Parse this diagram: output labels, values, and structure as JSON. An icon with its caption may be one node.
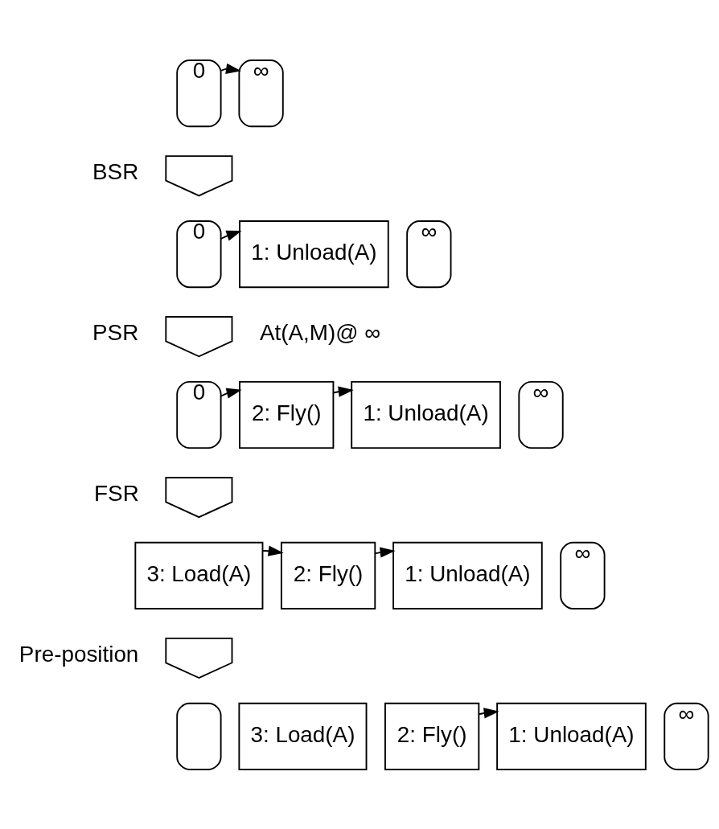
{
  "diagram": {
    "nodes": [
      {
        "text": [
          "0"
        ]
      },
      {
        "text": [
          "∞"
        ]
      },
      {
        "text": [],
        "shape": "arrow",
        "beside": [
          "BSR"
        ]
      },
      {
        "text": [
          "0"
        ]
      },
      {
        "text": [
          "1: Unload(A)"
        ]
      },
      {
        "text": [
          "∞"
        ]
      },
      {
        "text": [],
        "shape": "arrow",
        "beside": [
          "PSR",
          "At(A,M)@ ∞"
        ]
      },
      {
        "text": [
          "0"
        ]
      },
      {
        "text": [
          "2: Fly()"
        ]
      },
      {
        "text": [
          "1: Unload(A)"
        ]
      },
      {
        "text": [
          "∞"
        ]
      },
      {
        "text": [],
        "shape": "arrow",
        "beside": [
          "FSR"
        ]
      },
      {
        "text": [
          "3: Load(A)"
        ]
      },
      {
        "text": [
          "2: Fly()"
        ]
      },
      {
        "text": [
          "1: Unload(A)"
        ]
      },
      {
        "text": [
          "∞"
        ]
      },
      {
        "text": [],
        "shape": "arrow",
        "beside": [
          "Pre-position"
        ]
      },
      {
        "text": [],
        "shape": "box"
      },
      {
        "text": [
          "3: Load(A)"
        ]
      },
      {
        "text": [
          "2: Fly()"
        ]
      },
      {
        "text": [
          "1: Unload(A)"
        ]
      },
      {
        "text": [
          "∞"
        ]
      }
    ],
    "edges": [
      {
        "from": 0,
        "to": 1,
        "arrow": "to"
      },
      {
        "from": 3,
        "to": 4,
        "arrow": "to"
      },
      {
        "from": 7,
        "to": 8,
        "arrow": "to"
      },
      {
        "from": 8,
        "to": 9,
        "arrow": "to"
      },
      {
        "from": 12,
        "to": 13,
        "arrow": "to"
      },
      {
        "from": 13,
        "to": 14,
        "arrow": "to"
      },
      {
        "from": 19,
        "to": 20,
        "arrow": "to"
      }
    ]
  }
}
